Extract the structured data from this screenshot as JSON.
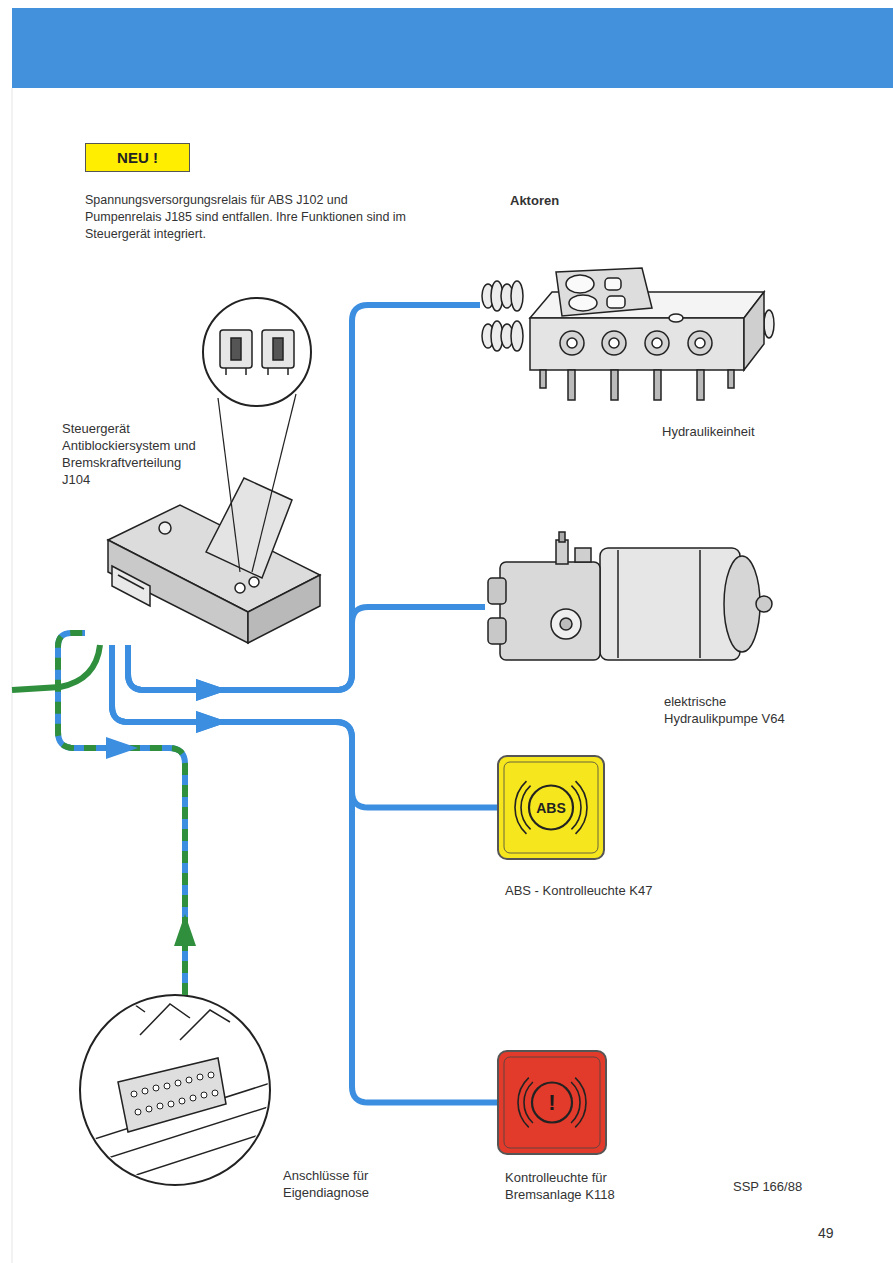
{
  "diagram": {
    "nodes": [
      {
        "text": [
          "NEU !"
        ]
      },
      {
        "text": [
          "Steuergerät Antiblockiersystem und Bremskraftverteilung J104"
        ]
      },
      {
        "text": [
          "Hydraulikeinheit"
        ]
      },
      {
        "text": [
          "elektrische Hydraulikpumpe V64"
        ]
      },
      {
        "text": [
          "ABS",
          "ABS - Kontrolleuchte K47"
        ]
      },
      {
        "text": [
          "!",
          "Kontrolleuchte für Bremsanlage K118"
        ]
      },
      {
        "text": [
          "Anschlüsse für Eigendiagnose"
        ]
      }
    ],
    "edges": [
      {
        "from": 1,
        "to": 2,
        "arrow": "to"
      },
      {
        "from": 1,
        "to": 3,
        "arrow": "to"
      },
      {
        "from": 1,
        "to": 4,
        "arrow": "to"
      },
      {
        "from": 1,
        "to": 5,
        "arrow": "to"
      },
      {
        "from": 6,
        "to": 1,
        "arrow": "both"
      }
    ],
    "labels": [
      "Spannungsversorgungsrelais für ABS J102 und Pumpenrelais J185 sind entfallen. Ihre Funktionen sind im Steuergerät integriert.",
      "Aktoren",
      "SSP 166/88",
      "49"
    ]
  }
}
